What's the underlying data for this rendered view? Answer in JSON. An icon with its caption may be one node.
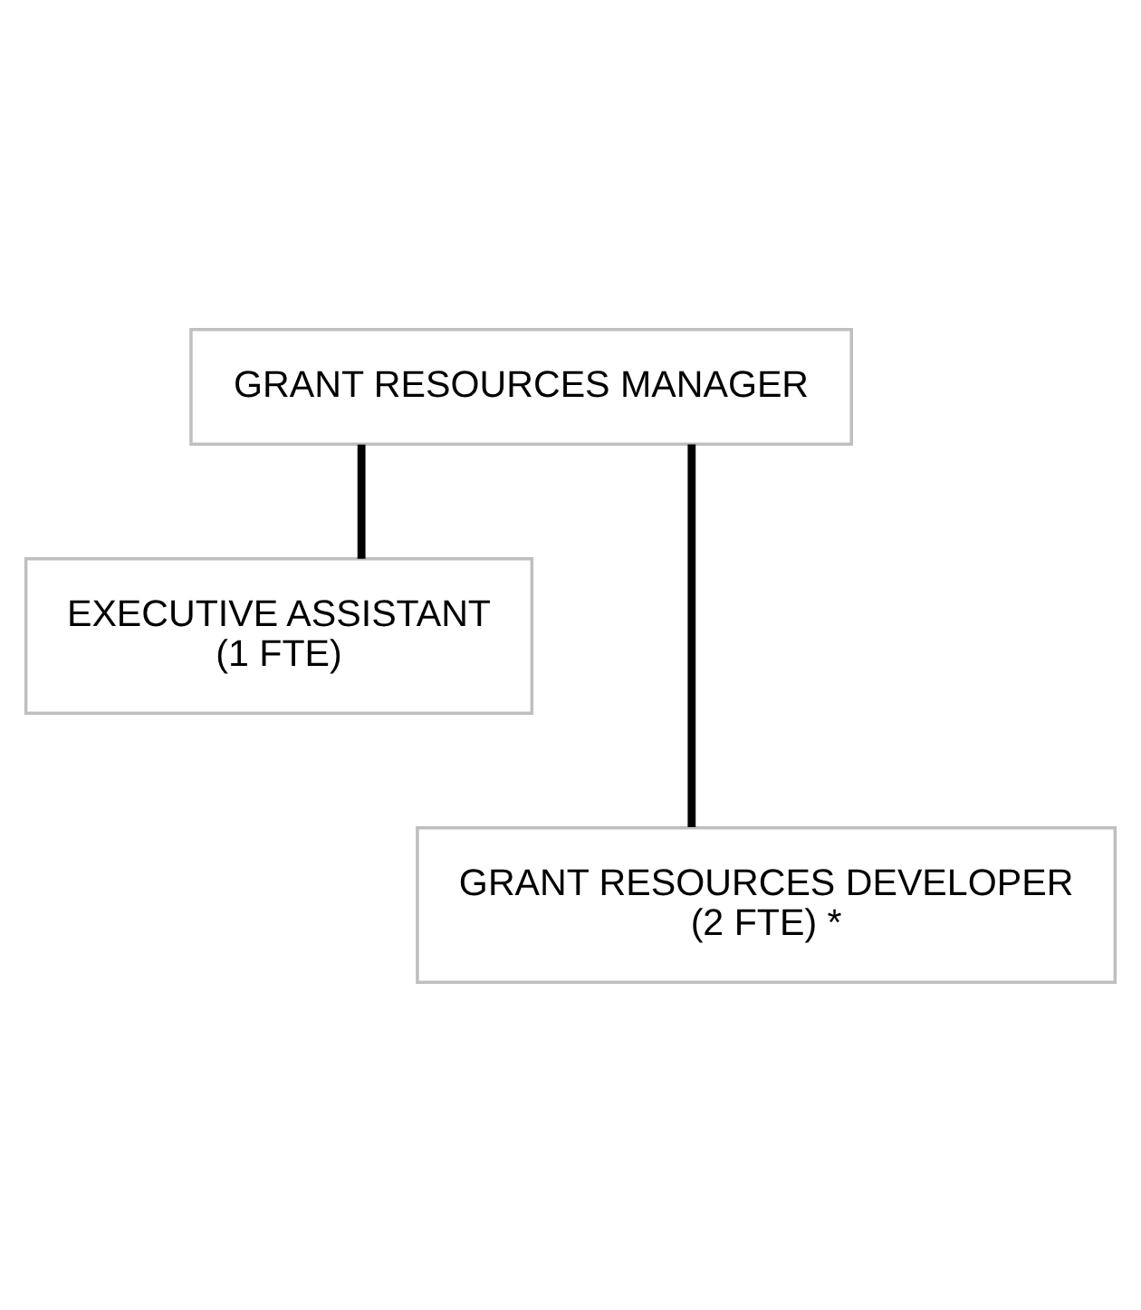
{
  "diagram": {
    "nodes": [
      {
        "text": [
          "GRANT RESOURCES MANAGER"
        ]
      },
      {
        "text": [
          "EXECUTIVE ASSISTANT",
          "(1 FTE)"
        ]
      },
      {
        "text": [
          "GRANT RESOURCES DEVELOPER",
          "(2 FTE) *"
        ]
      }
    ],
    "edges": [
      {
        "from": 0,
        "to": 1,
        "arrow": "none"
      },
      {
        "from": 0,
        "to": 2,
        "arrow": "none"
      }
    ]
  }
}
